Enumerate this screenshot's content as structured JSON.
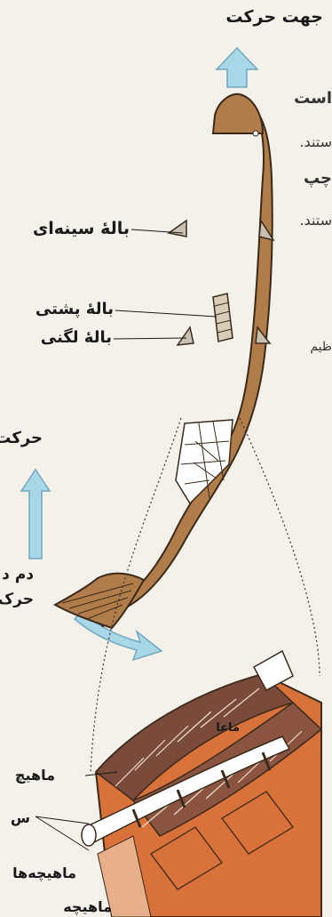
{
  "labels": {
    "movement_direction_top": "جهت حرکت",
    "movement_direction_left": "حرکت",
    "pectoral_fin": "بالۀ سینه‌ای",
    "dorsal_fin": "بالۀ پشتی",
    "pelvic_fin": "بالۀ لگنی",
    "tail_fin_line1": "دم د",
    "tail_fin_line2": "حرک",
    "muscles_upper": "ماهیچ",
    "backbone": "س",
    "muscles_lower": "ماهیچه‌ها",
    "bottom_partial": "ماهیچه",
    "muscle_inline": "ماعا"
  },
  "side_text": {
    "line1": "است",
    "line2": "ستند.",
    "line3": "چپ",
    "line4": "ستند.",
    "line5": "ظیم"
  },
  "colors": {
    "background": "#f4f1ea",
    "body": "#b07d4a",
    "body_outline": "#3a2a1a",
    "arrow": "#a8d8e8",
    "arrow_outline": "#6fa8bf",
    "muscle_dark": "#7a4a3a",
    "muscle_orange": "#d9713a",
    "bone": "#ffffff"
  }
}
